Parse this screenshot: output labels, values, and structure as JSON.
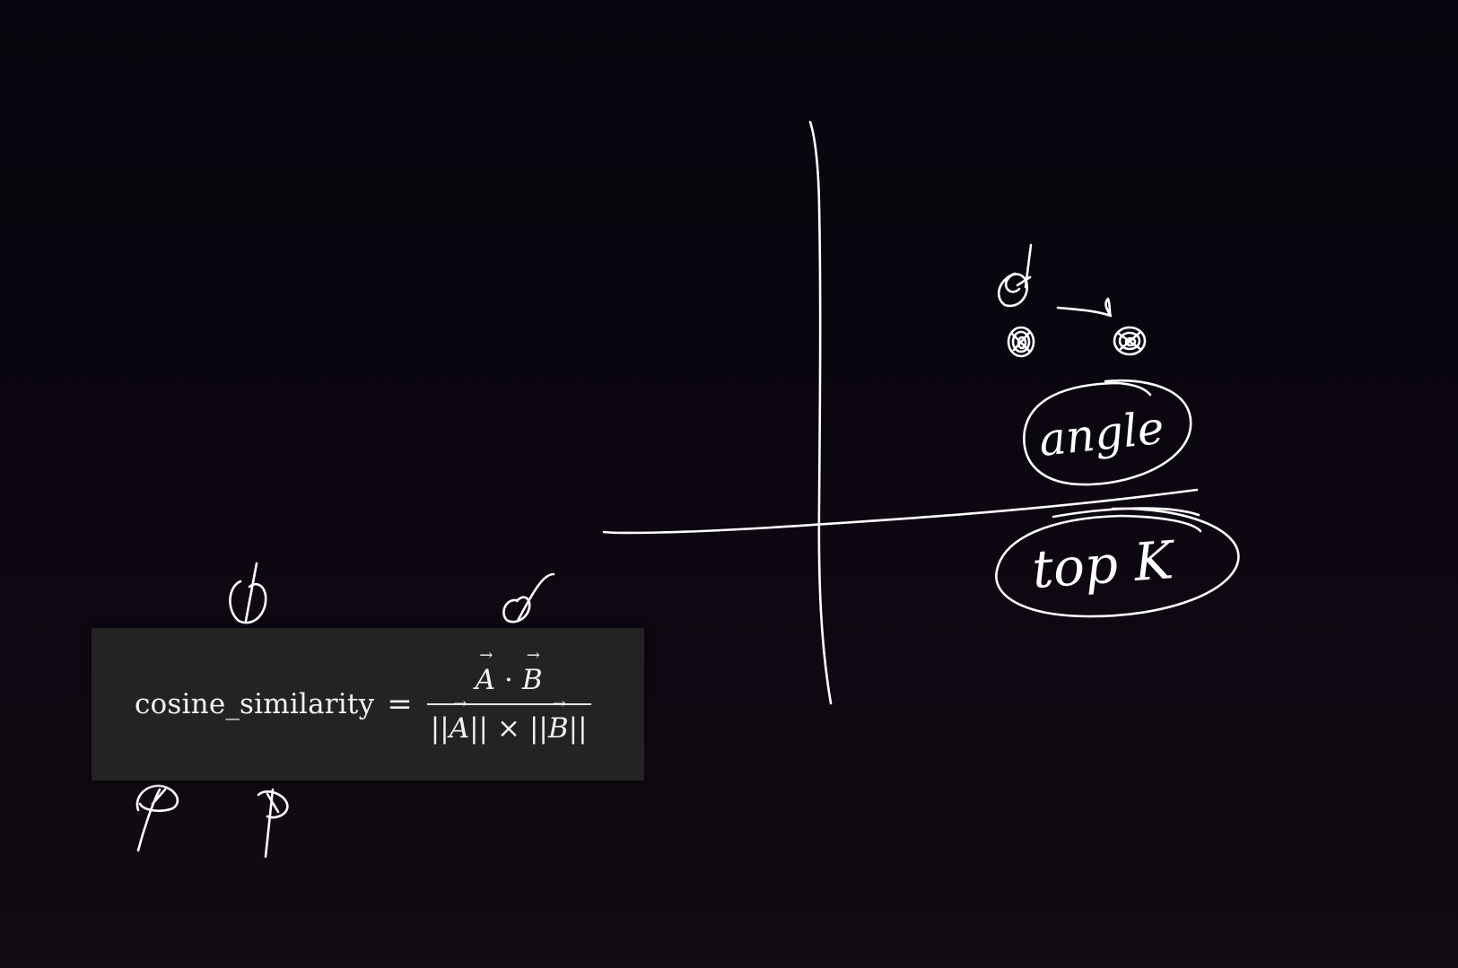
{
  "board": {
    "background_top": "#07050d",
    "background_bottom": "#130b13",
    "ink_color": "#ffffff",
    "handwritten_labels": {
      "angle": "angle",
      "top_k": "top K"
    }
  },
  "formula": {
    "lhs": "cosine_similarity",
    "equals": "=",
    "numerator": {
      "left": "A",
      "op": "·",
      "right": "B"
    },
    "denominator": {
      "norm_open_a": "||",
      "left": "A",
      "norm_close_a": "||",
      "op": "×",
      "norm_open_b": "||",
      "right": "B",
      "norm_close_b": "||"
    },
    "card_color": "#232324"
  }
}
